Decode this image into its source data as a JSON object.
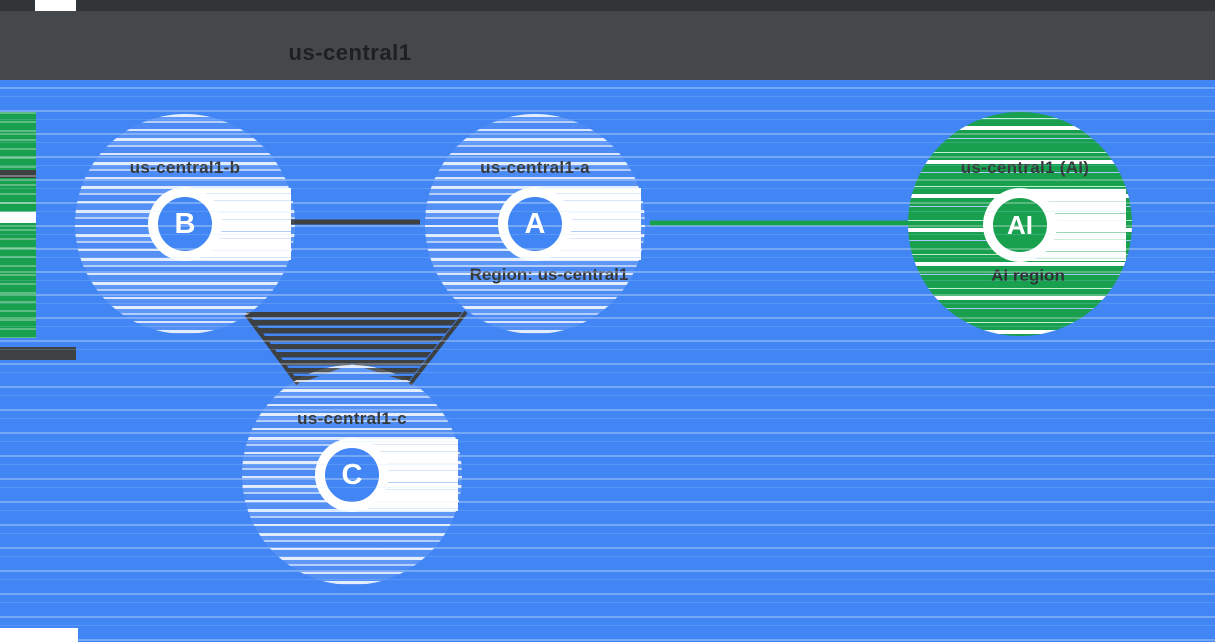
{
  "diagram": {
    "header": {
      "title": "us-central1"
    },
    "zones": [
      {
        "id": "b",
        "letter": "B",
        "label": "us-central1-b"
      },
      {
        "id": "a",
        "letter": "A",
        "label": "us-central1-a"
      },
      {
        "id": "c",
        "letter": "C",
        "label": "us-central1-c"
      }
    ],
    "region_caption": "Region: us-central1",
    "ai_zone": {
      "letter": "AI",
      "label": "us-central1 (AI)",
      "sublabel": "AI region"
    },
    "colors": {
      "background_blue": "#4285f4",
      "zone_circle_blue": "#4285f4",
      "ai_green": "#18a04e",
      "connector_dark": "#3c4043",
      "header_band": "#45484b",
      "label_text": "#35393c"
    }
  }
}
